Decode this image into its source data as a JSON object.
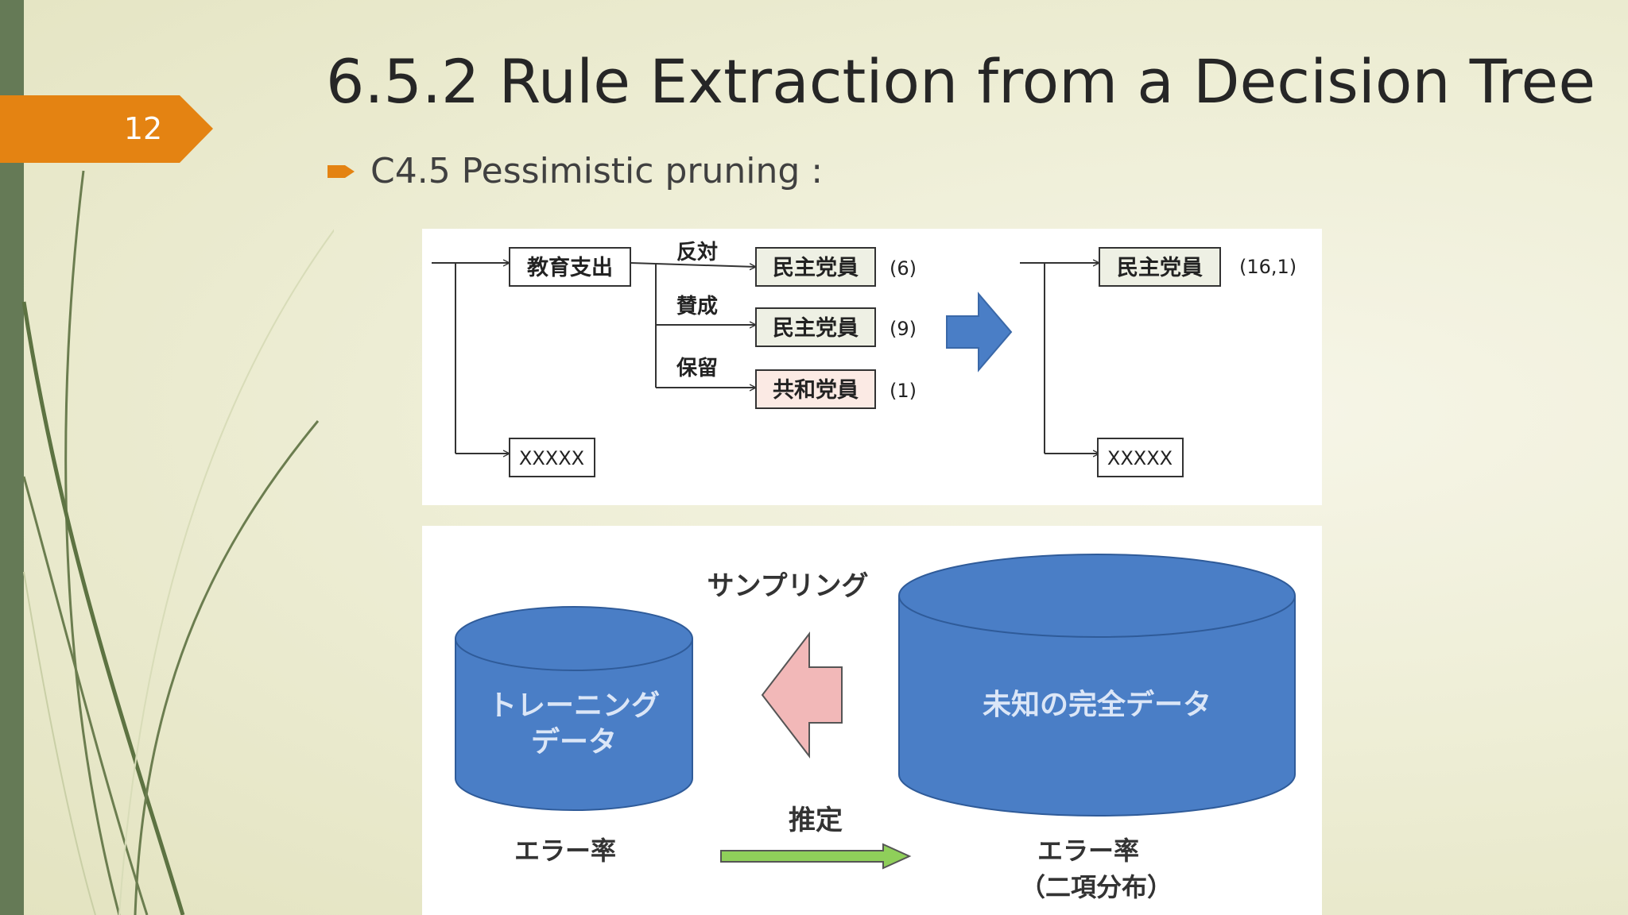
{
  "slide": {
    "number": "12",
    "title": "6.5.2 Rule Extraction from a Decision Tree",
    "bullet": "C4.5 Pessimistic pruning :"
  },
  "tree_before": {
    "root": "教育支出",
    "branches": [
      {
        "label": "反対",
        "node": "民主党員",
        "count": "(6)"
      },
      {
        "label": "賛成",
        "node": "民主党員",
        "count": "(9)"
      },
      {
        "label": "保留",
        "node": "共和党員",
        "count": "(1)"
      }
    ],
    "other": "XXXXX"
  },
  "tree_after": {
    "node": "民主党員",
    "count": "(16,1)",
    "other": "XXXXX"
  },
  "estimation": {
    "sampling_label": "サンプリング",
    "training_line1": "トレーニング",
    "training_line2": "データ",
    "unknown_data": "未知の完全データ",
    "estimate_label": "推定",
    "error_left": "エラー率",
    "error_right_line1": "エラー率",
    "error_right_line2": "（二項分布）"
  },
  "colors": {
    "accent_orange": "#e48312",
    "sidebar_green": "#657a56",
    "cylinder_blue": "#4a7ec6",
    "arrow_pink": "#f2b8b8",
    "arrow_green": "#8fcf5a"
  }
}
